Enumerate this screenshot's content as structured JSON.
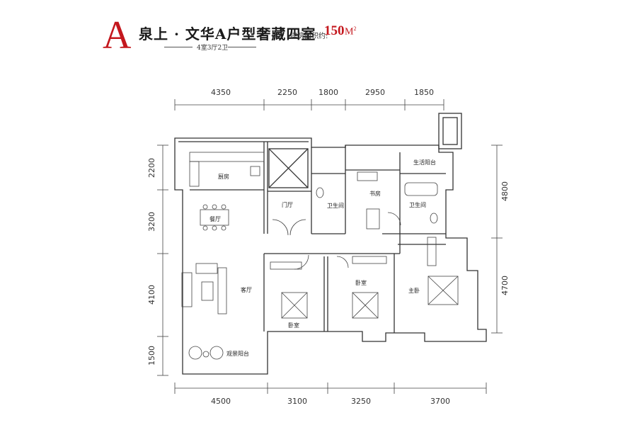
{
  "header": {
    "letter": "A",
    "title": "泉上 · 文华A户型奢藏四室",
    "area_label": "建筑面积约:",
    "area_value": "150",
    "area_unit": "M",
    "area_sup": "2",
    "subtitle": "4室3厅2卫",
    "accent_color": "#c4171d"
  },
  "dimensions": {
    "top": [
      "4350",
      "2250",
      "1800",
      "2950",
      "1850"
    ],
    "bottom": [
      "4500",
      "3100",
      "3250",
      "3700"
    ],
    "left": [
      "2200",
      "3200",
      "4100",
      "1500"
    ],
    "right": [
      "4800",
      "4700"
    ]
  },
  "rooms": {
    "kitchen": "厨房",
    "dining": "餐厅",
    "foyer": "门厅",
    "bath_1": "卫生间",
    "study": "书房",
    "service_balcony": "生活阳台",
    "bath_2": "卫生间",
    "living": "客厅",
    "bedroom_1": "卧室",
    "bedroom_2": "卧室",
    "master": "主卧",
    "view_balcony": "观景阳台"
  }
}
